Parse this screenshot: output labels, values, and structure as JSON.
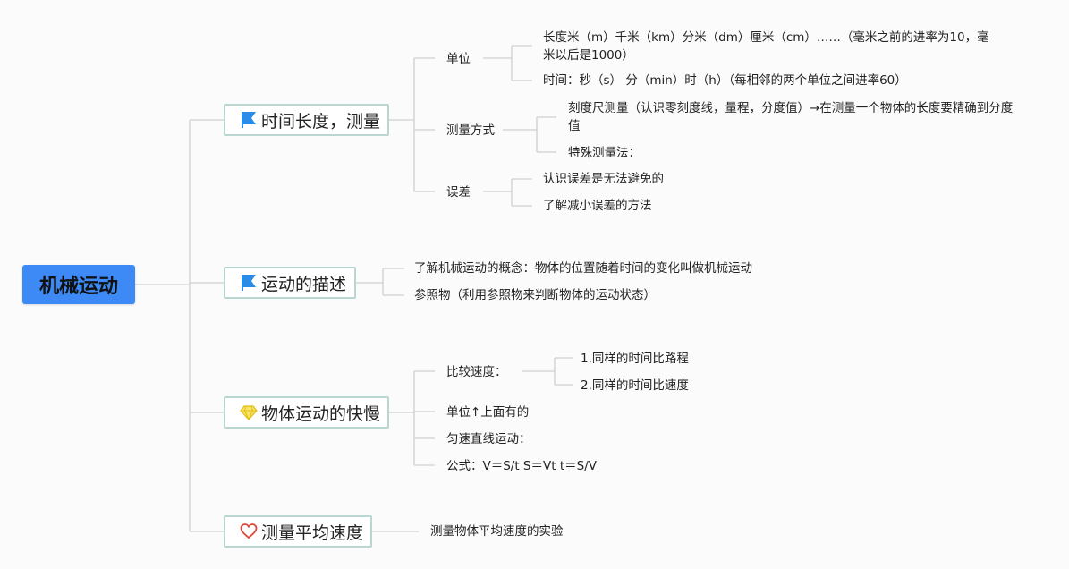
{
  "root": "机械运动",
  "branches": [
    {
      "label": "时间长度，测量",
      "icon": "blue-flag-icon",
      "children": [
        {
          "label": "单位",
          "children": [
            "长度米（m）千米（km）分米（dm）厘米（cm）……（毫米之前的进率为10，毫米以后是1000）",
            "时间：秒（s） 分（min）时（h）（每相邻的两个单位之间进率60）"
          ]
        },
        {
          "label": "测量方式",
          "children": [
            "刻度尺测量（认识零刻度线，量程，分度值）→在测量一个物体的长度要精确到分度值",
            "特殊测量法："
          ]
        },
        {
          "label": "误差",
          "children": [
            "认识误差是无法避免的",
            "了解减小误差的方法"
          ]
        }
      ]
    },
    {
      "label": "运动的描述",
      "icon": "blue-flag-icon",
      "children": [
        "了解机械运动的概念：物体的位置随着时间的变化叫做机械运动",
        "参照物（利用参照物来判断物体的运动状态）"
      ]
    },
    {
      "label": "物体运动的快慢",
      "icon": "yellow-diamond-icon",
      "children": [
        {
          "label": "比较速度：",
          "children": [
            "1.同样的时间比路程",
            "2.同样的时间比速度"
          ]
        },
        "单位↑上面有的",
        "匀速直线运动：",
        "公式：V＝S/t S＝Vt t＝S/V"
      ]
    },
    {
      "label": "测量平均速度",
      "icon": "red-heart-icon",
      "children": [
        "测量物体平均速度的实验"
      ]
    }
  ],
  "colors": {
    "root_fill": "#3d8af7",
    "branch_border": "#b9d6d0",
    "line": "#cfcfcf",
    "flag": "#2a8be8",
    "diamond": "#f3d21a",
    "heart": "#e0443a"
  }
}
